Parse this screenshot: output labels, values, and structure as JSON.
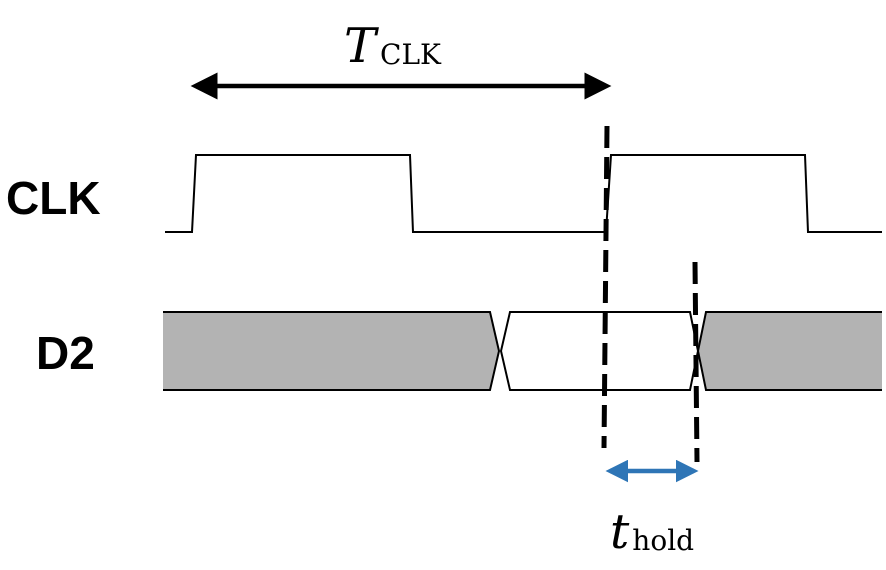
{
  "diagram": {
    "period_label": {
      "symbol": "T",
      "subscript": "CLK"
    },
    "hold_label": {
      "symbol": "t",
      "subscript": "hold"
    },
    "signals": {
      "clock": "CLK",
      "data": "D2"
    }
  },
  "colors": {
    "line": "#000000",
    "data_stable_fill": "#b3b3b3",
    "data_transition_fill": "#ffffff",
    "hold_arrow": "#2e75b6"
  }
}
